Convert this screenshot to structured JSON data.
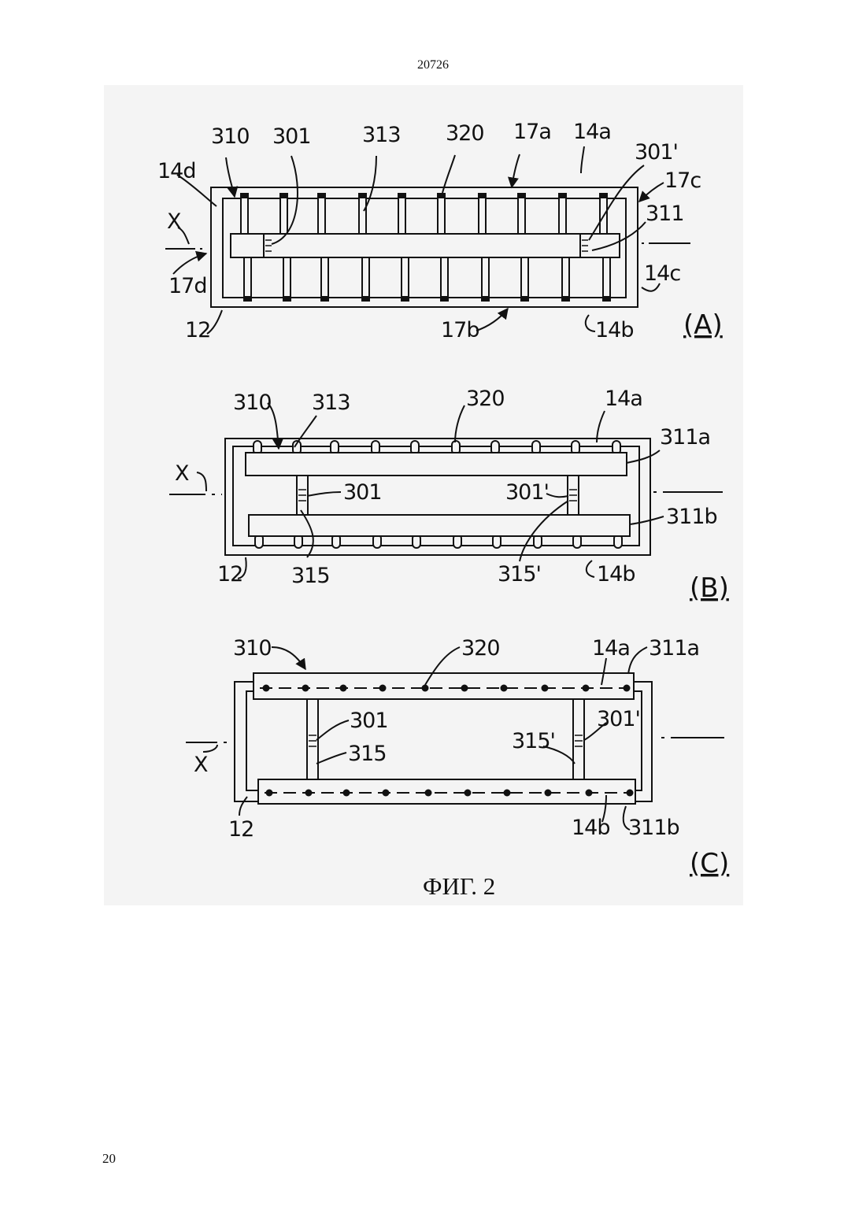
{
  "header": {
    "doc_number": "20726"
  },
  "footer": {
    "page_number": "20"
  },
  "figure": {
    "caption": "ФИГ. 2",
    "panel_a": {
      "tag": "(A)",
      "labels": {
        "l310": "310",
        "l301": "301",
        "l313": "313",
        "l320": "320",
        "l17a": "17a",
        "l14a": "14a",
        "l301p": "301'",
        "l17c": "17c",
        "l311": "311",
        "l14d": "14d",
        "lx": "X",
        "l17d": "17d",
        "l14c": "14c",
        "l12": "12",
        "l17b": "17b",
        "l14b": "14b"
      }
    },
    "panel_b": {
      "tag": "(B)",
      "labels": {
        "l310": "310",
        "l313": "313",
        "l320": "320",
        "l14a": "14a",
        "l311a": "311a",
        "lx": "X",
        "l301": "301",
        "l301p": "301'",
        "l311b": "311b",
        "l12": "12",
        "l315": "315",
        "l315p": "315'",
        "l14b": "14b"
      }
    },
    "panel_c": {
      "tag": "(C)",
      "labels": {
        "l310": "310",
        "l320": "320",
        "l14a": "14a",
        "l311a": "311a",
        "l301": "301",
        "l315": "315",
        "l315p": "315'",
        "l301p": "301'",
        "lx": "X",
        "l12": "12",
        "l14b": "14b",
        "l311b": "311b"
      }
    }
  }
}
